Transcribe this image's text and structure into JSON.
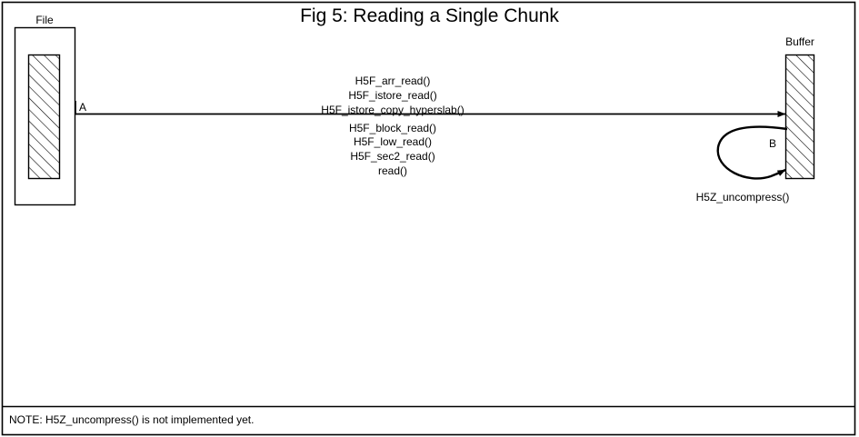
{
  "figure": {
    "title": "Fig 5:  Reading a Single Chunk",
    "note": "NOTE: H5Z_uncompress() is not implemented yet.",
    "colors": {
      "stroke": "#000000",
      "background": "#ffffff",
      "hatch": "#000000"
    }
  },
  "nodes": {
    "file": {
      "label": "File"
    },
    "buffer": {
      "label": "Buffer"
    }
  },
  "edges": {
    "read_arrow": {
      "point_label": "A",
      "calls": [
        "H5F_arr_read()",
        "H5F_istore_read()",
        "H5F_istore_copy_hyperslab()",
        "H5F_block_read()",
        "H5F_low_read()",
        "H5F_sec2_read()",
        "read()"
      ]
    },
    "uncompress_loop": {
      "point_label": "B",
      "label": "H5Z_uncompress()"
    }
  }
}
